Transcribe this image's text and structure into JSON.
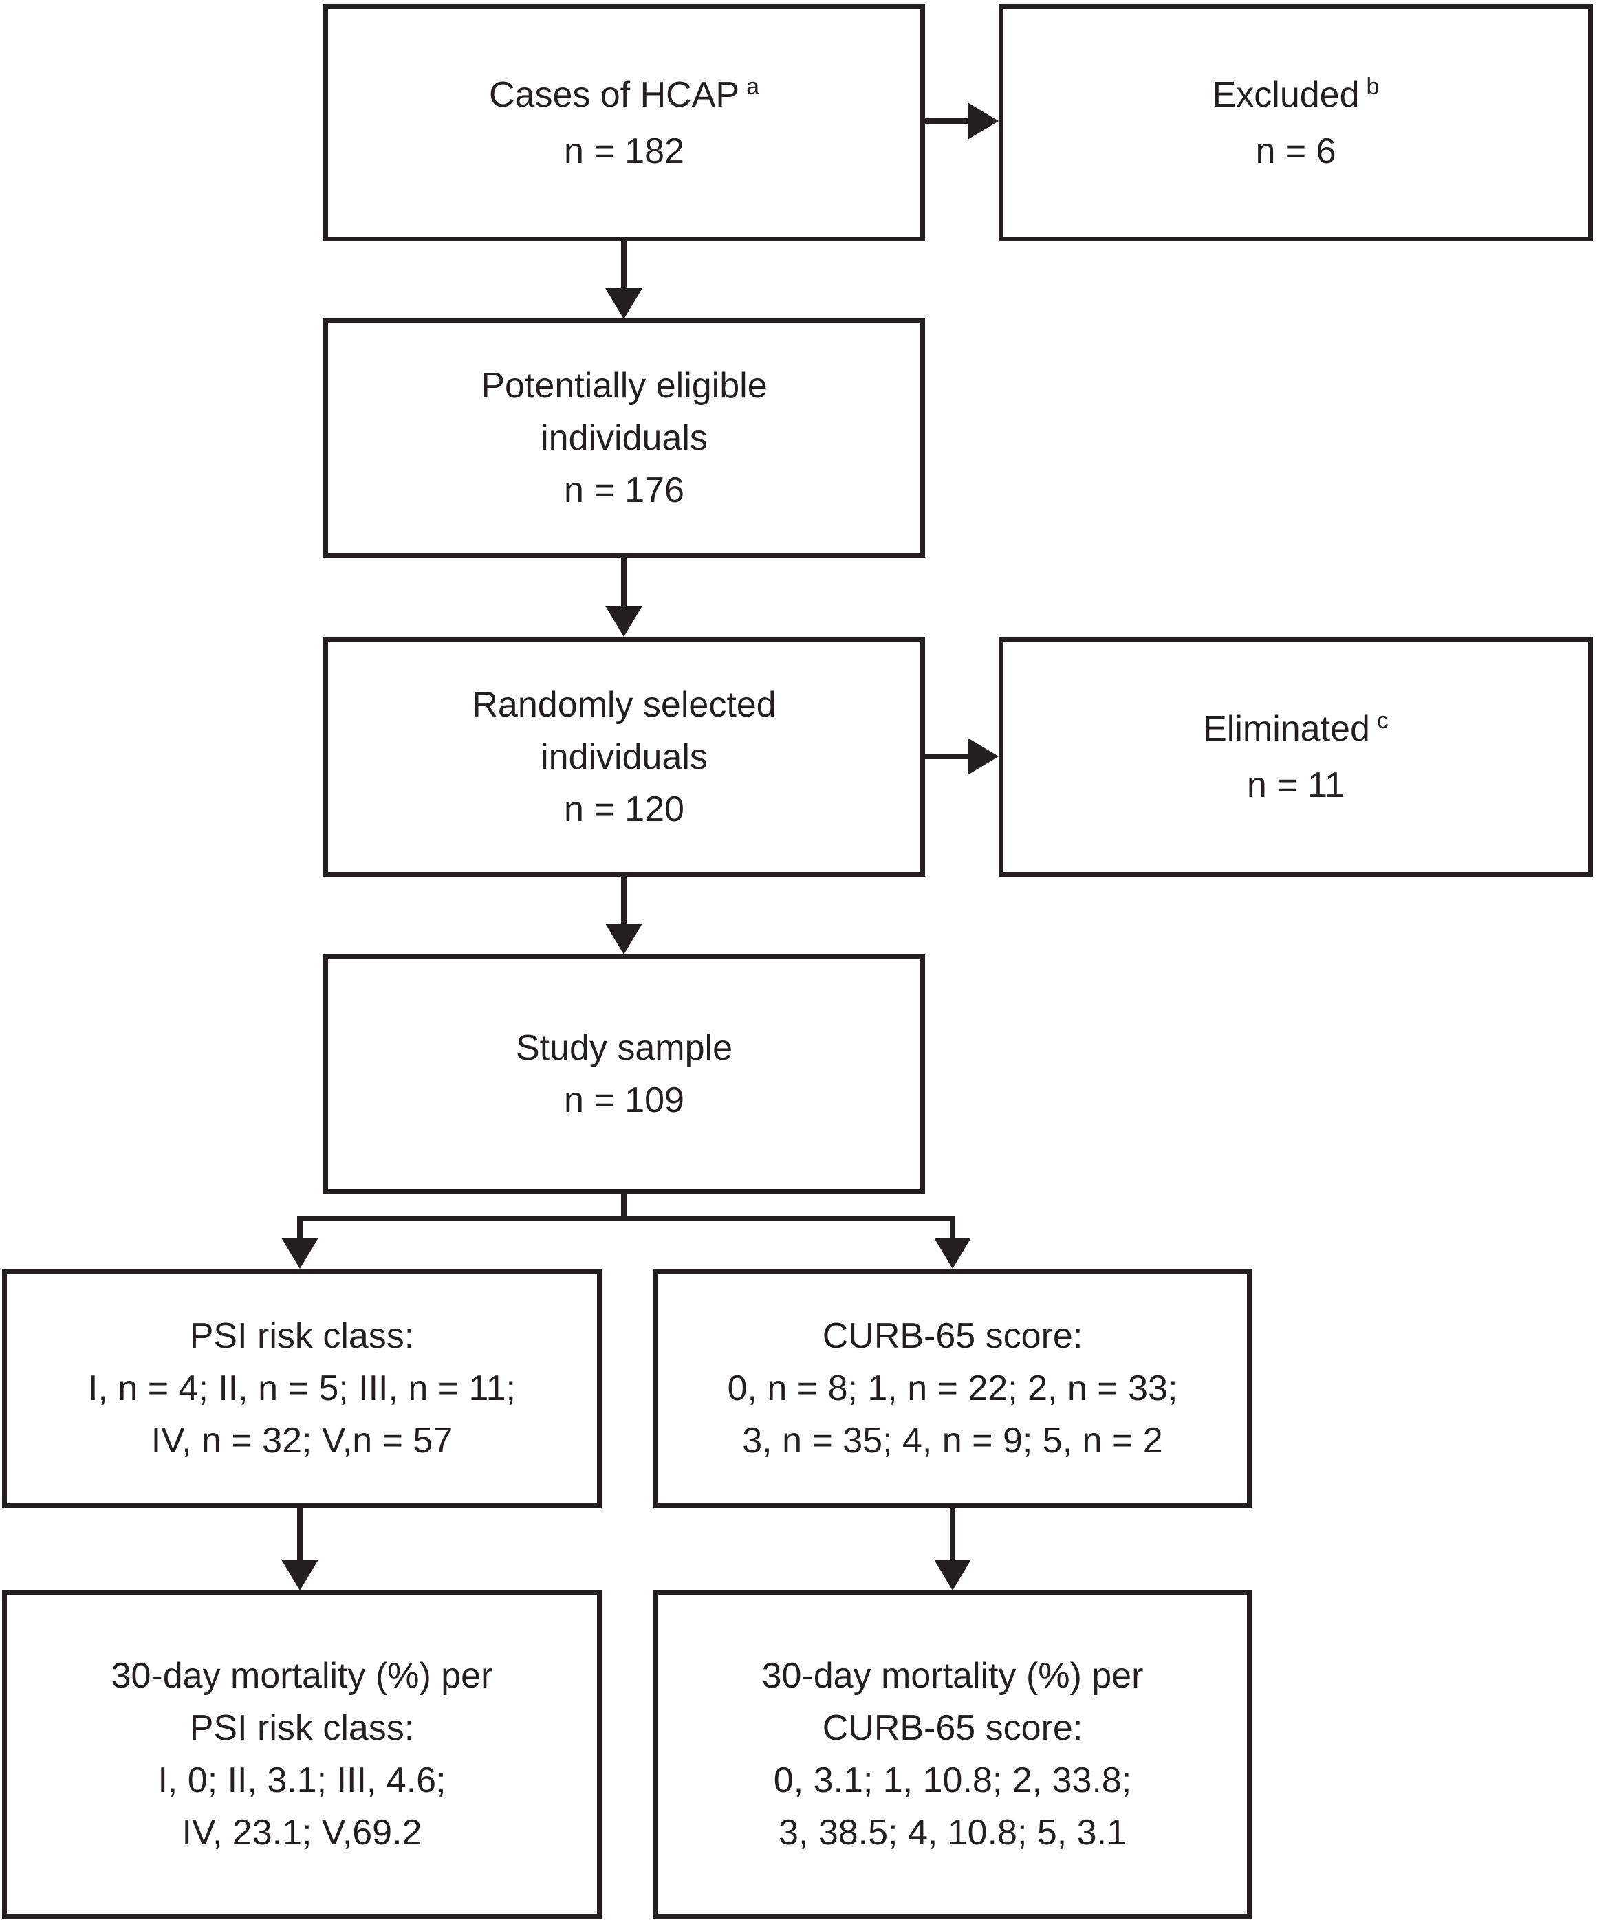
{
  "colors": {
    "background": "#ffffff",
    "ink": "#231f20"
  },
  "boxes": {
    "cases": {
      "lines": [
        "Cases of HCAP",
        "n = 182"
      ],
      "sup": "a"
    },
    "excluded": {
      "lines": [
        "Excluded",
        "n = 6"
      ],
      "sup": "b"
    },
    "eligible": {
      "lines": [
        "Potentially eligible",
        "individuals",
        "n = 176"
      ]
    },
    "random": {
      "lines": [
        "Randomly selected",
        "individuals",
        "n = 120"
      ]
    },
    "eliminated": {
      "lines": [
        "Eliminated",
        "n = 11"
      ],
      "sup": "c"
    },
    "study": {
      "lines": [
        "Study sample",
        "n = 109"
      ]
    },
    "psi": {
      "lines": [
        "PSI risk class:",
        "I, n = 4; II, n = 5; III, n = 11;",
        "IV, n = 32; V,n = 57"
      ]
    },
    "curb": {
      "lines": [
        "CURB-65 score:",
        "0, n = 8; 1, n = 22; 2, n = 33;",
        "3, n = 35; 4, n = 9; 5, n = 2"
      ]
    },
    "psi_mortality": {
      "lines": [
        "30-day mortality (%) per",
        "PSI risk class:",
        "I, 0; II, 3.1; III, 4.6;",
        "IV, 23.1; V,69.2"
      ]
    },
    "curb_mortality": {
      "lines": [
        "30-day mortality (%) per",
        "CURB-65 score:",
        "0, 3.1; 1, 10.8; 2, 33.8;",
        "3, 38.5; 4, 10.8; 5, 3.1"
      ]
    }
  }
}
